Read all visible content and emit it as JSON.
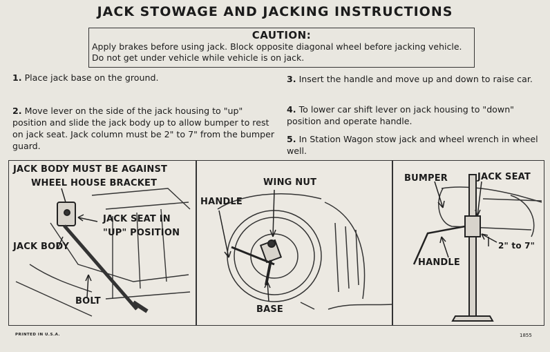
{
  "title": "JACK STOWAGE AND JACKING INSTRUCTIONS",
  "caution": {
    "heading": "CAUTION:",
    "text": "Apply brakes before using jack. Block opposite diagonal wheel before jacking vehicle. Do not get under vehicle while vehicle is on jack."
  },
  "steps": [
    {
      "num": "1.",
      "text": "Place jack base on the ground."
    },
    {
      "num": "2.",
      "text": "Move lever on the side of the jack housing to \"up\" position and slide the jack body up to allow bumper to rest on jack seat. Jack column must be 2\" to 7\" from the bumper guard."
    },
    {
      "num": "3.",
      "text": "Insert the handle and move up and down to raise car."
    },
    {
      "num": "4.",
      "text": "To lower car shift lever on jack housing to \"down\" position and operate handle."
    },
    {
      "num": "5.",
      "text": "In Station Wagon stow jack and wheel wrench in wheel well."
    }
  ],
  "panel1": {
    "heading_line1": "JACK BODY MUST BE AGAINST",
    "heading_line2": "WHEEL HOUSE BRACKET",
    "jack_seat_line1": "JACK SEAT IN",
    "jack_seat_line2": "\"UP\" POSITION",
    "jack_body": "JACK BODY",
    "bolt": "BOLT"
  },
  "panel2": {
    "wing_nut": "WING NUT",
    "handle": "HANDLE",
    "base": "BASE"
  },
  "panel3": {
    "bumper": "BUMPER",
    "jack_seat": "JACK SEAT",
    "distance": "2\" to 7\"",
    "handle": "HANDLE"
  },
  "footer": {
    "printed": "PRINTED IN U.S.A.",
    "code": "1855"
  }
}
